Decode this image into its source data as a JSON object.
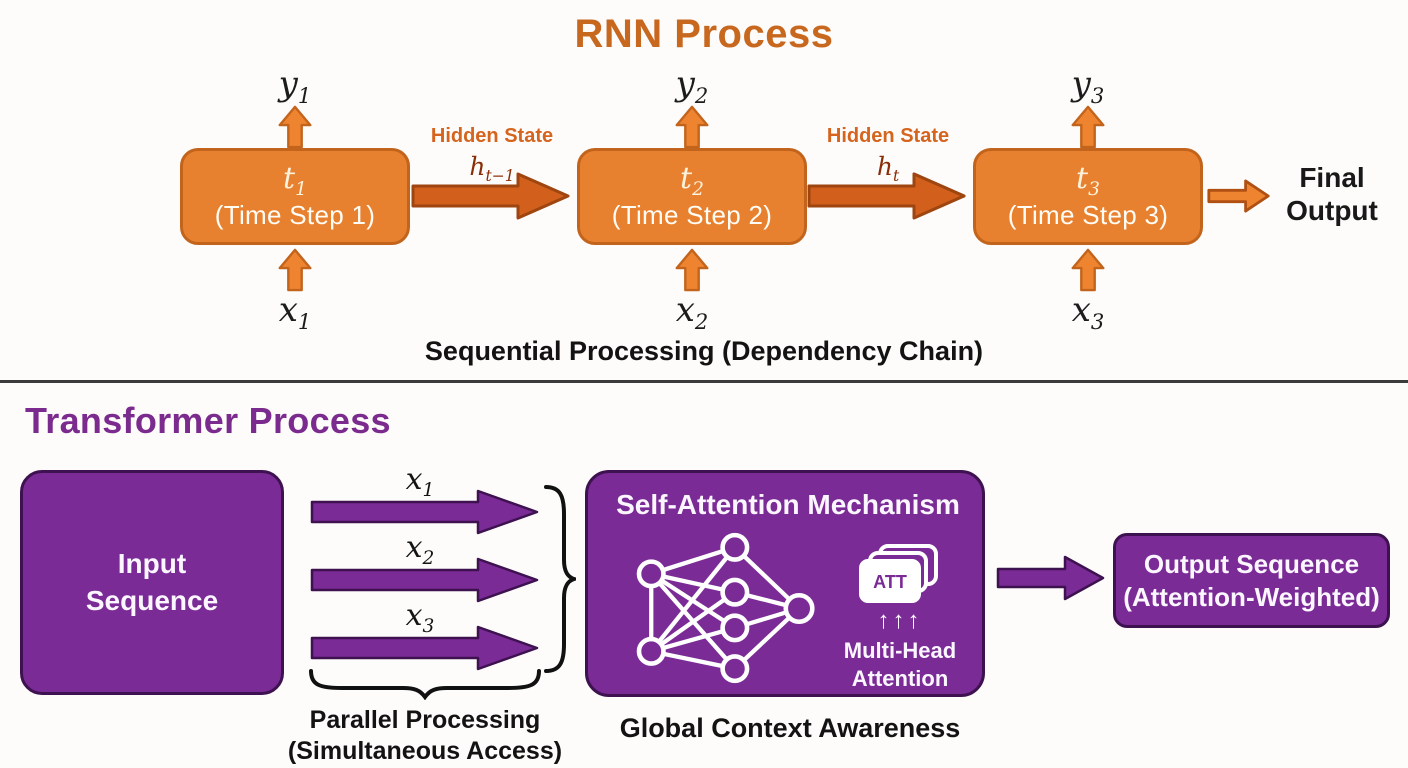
{
  "rnn": {
    "title": "RNN Process",
    "caption": "Sequential Processing (Dependency Chain)",
    "final_output": "Final Output",
    "steps": [
      {
        "t_var": "t",
        "t_sub": "1",
        "caption": "(Time Step 1)",
        "input_var": "x",
        "input_sub": "1",
        "output_var": "y",
        "output_sub": "1"
      },
      {
        "t_var": "t",
        "t_sub": "2",
        "caption": "(Time Step 2)",
        "input_var": "x",
        "input_sub": "2",
        "output_var": "y",
        "output_sub": "2"
      },
      {
        "t_var": "t",
        "t_sub": "3",
        "caption": "(Time Step 3)",
        "input_var": "x",
        "input_sub": "3",
        "output_var": "y",
        "output_sub": "3"
      }
    ],
    "hidden_states": [
      {
        "label": "Hidden State",
        "var": "h",
        "sub": "t−1"
      },
      {
        "label": "Hidden State",
        "var": "h",
        "sub": "t"
      }
    ]
  },
  "transformer": {
    "title": "Transformer Process",
    "input_box_label": "Input Sequence",
    "arrow_labels": [
      {
        "var": "x",
        "sub": "1"
      },
      {
        "var": "x",
        "sub": "2"
      },
      {
        "var": "x",
        "sub": "3"
      }
    ],
    "attention_box": {
      "title": "Self-Attention Mechanism",
      "att_badge": "ATT",
      "att_arrows": "↑↑↑",
      "multi_head_label": "Multi-Head Attention"
    },
    "output_box_line1": "Output Sequence",
    "output_box_line2": "(Attention-Weighted)",
    "parallel_caption_line1": "Parallel Processing",
    "parallel_caption_line2": "(Simultaneous Access)",
    "global_caption": "Global Context Awareness"
  },
  "colors": {
    "rnn_title": "#c8681f",
    "rnn_box_fill": "#e8812f",
    "rnn_box_border": "#c2641c",
    "hidden_arrow_fill": "#d2601c",
    "hidden_arrow_border": "#9e4510",
    "hidden_var_text": "#8b2e08",
    "purple_fill": "#7a2b96",
    "purple_border": "#3e1150",
    "transformer_title": "#7b2b8e",
    "text_black": "#131313",
    "background": "#fdfcfa"
  }
}
